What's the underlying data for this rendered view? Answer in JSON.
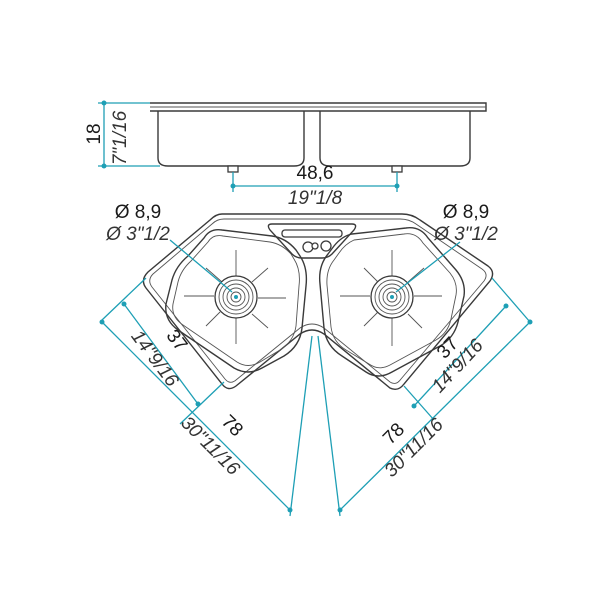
{
  "side_view": {
    "height_cm": "18",
    "height_in": "7\"1/16",
    "drain_spacing_cm": "48,6",
    "drain_spacing_in": "19\"1/8"
  },
  "left_drain": {
    "diameter_cm": "Ø 8,9",
    "diameter_in": "Ø 3\"1/2"
  },
  "right_drain": {
    "diameter_cm": "Ø 8,9",
    "diameter_in": "Ø 3\"1/2"
  },
  "left_side": {
    "bowl_cm": "37",
    "bowl_in": "14\"9/16",
    "total_cm": "78",
    "total_in": "30\"11/16"
  },
  "right_side": {
    "bowl_cm": "37",
    "bowl_in": "14\"9/16",
    "total_cm": "78",
    "total_in": "30\"11/16"
  },
  "colors": {
    "dimension": "#1e9fb5",
    "outline": "#3a3a3a"
  }
}
